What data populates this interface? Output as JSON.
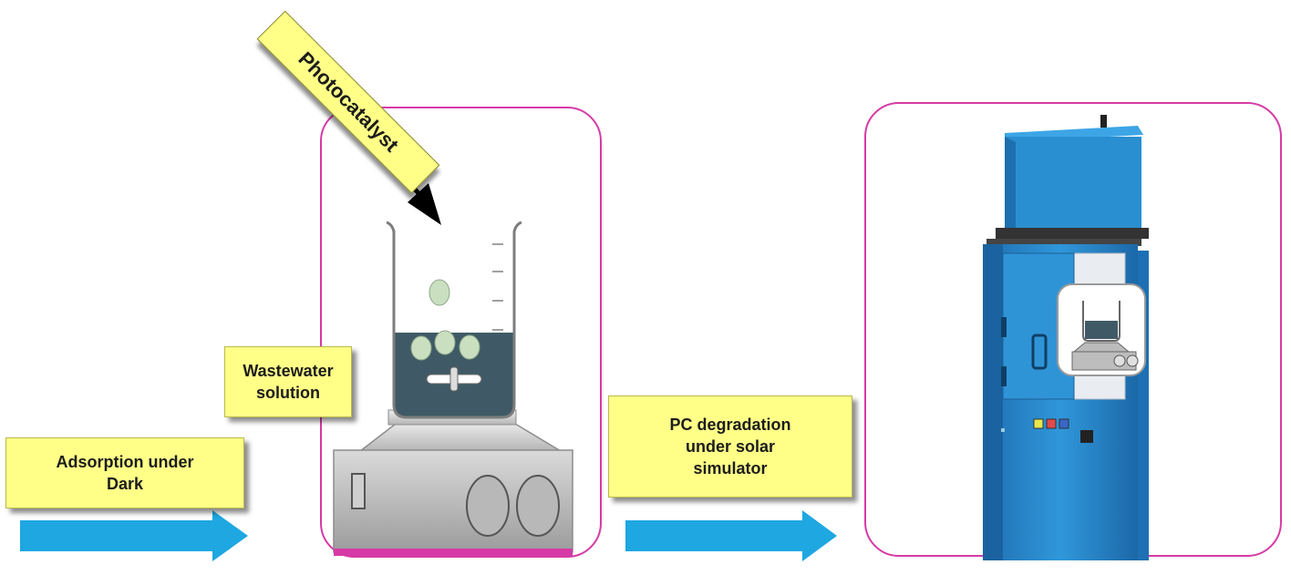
{
  "labels": {
    "photocatalyst": "Photocatalyst",
    "wastewater_line1": "Wastewater",
    "wastewater_line2": "solution",
    "adsorption_line1": "Adsorption under",
    "adsorption_line2": "Dark",
    "pc_line1": "PC degradation",
    "pc_line2": "under solar",
    "pc_line3": "simulator"
  },
  "colors": {
    "box_border": "#d63aa6",
    "label_fill": "#ffff88",
    "flow_arrow": "#1ea7e1",
    "solution": "#3f5a66",
    "simulator_body": "#2a8fd0"
  }
}
